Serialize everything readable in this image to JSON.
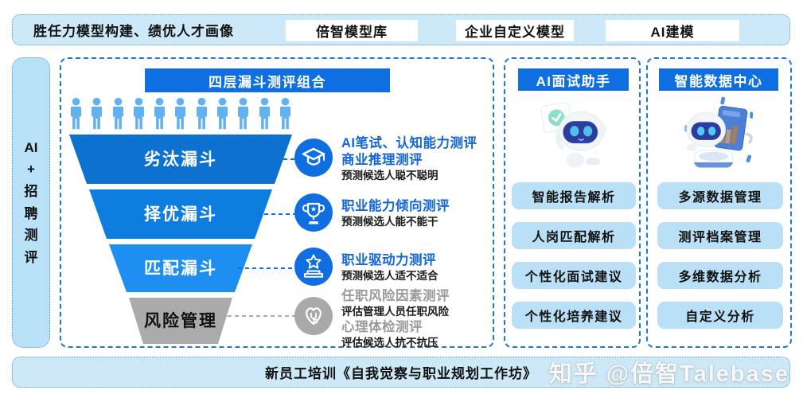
{
  "colors": {
    "accent_blue": "#0f6fe0",
    "heading_blue": "#1266d9",
    "heading_gray": "#9a9a9a",
    "light_blue_fill": "#cde9f8",
    "sidebar_fill": "#b9e2f8",
    "button_fill": "#b9e0f6",
    "dashed_border": "#2077d4",
    "people_blue": "#64b1f0",
    "funnel_layer1": "#0d72cf",
    "funnel_layer2": "#0e7de0",
    "funnel_layer3": "#1e8ef0",
    "funnel_layer4": "#ababab"
  },
  "top_bar": {
    "left_label": "胜任力模型构建、绩优人才画像",
    "boxes": [
      "倍智模型库",
      "企业自定义模型",
      "AI建模"
    ]
  },
  "sidebar": {
    "label": "AI\n+\n招\n聘\n测\n评"
  },
  "funnel": {
    "title": "四层漏斗测评组合",
    "people_count": 11,
    "layers": [
      {
        "label": "劣汰漏斗"
      },
      {
        "label": "择优漏斗"
      },
      {
        "label": "匹配漏斗"
      },
      {
        "label": "风险管理"
      }
    ],
    "items": [
      {
        "icon": "graduation-cap-icon",
        "title1": "AI笔试、认知能力测评",
        "title2": "商业推理测评",
        "desc1": "预测候选人聪不聪明"
      },
      {
        "icon": "trophy-icon",
        "title1": "职业能力倾向测评",
        "desc1": "预测候选人能不能干"
      },
      {
        "icon": "star-podium-icon",
        "title1": "职业驱动力测评",
        "desc1": "预测候选人适不适合"
      },
      {
        "icon": "heart-stethoscope-icon",
        "title1": "任职风险因素测评",
        "desc1": "评估管理人员任职风险",
        "title2": "心理体检测评",
        "desc2": "评估候选人抗不抗压"
      }
    ]
  },
  "ai_interview": {
    "header": "AI面试助手",
    "items": [
      "智能报告解析",
      "人岗匹配解析",
      "个性化面试建议",
      "个性化培养建议"
    ]
  },
  "data_center": {
    "header": "智能数据中心",
    "items": [
      "多源数据管理",
      "测评档案管理",
      "多维数据分析",
      "自定义分析"
    ]
  },
  "bottom_bar": {
    "label": "新员工培训《自我觉察与职业规划工作坊》"
  },
  "watermark": "知乎 @倍智Talebase"
}
